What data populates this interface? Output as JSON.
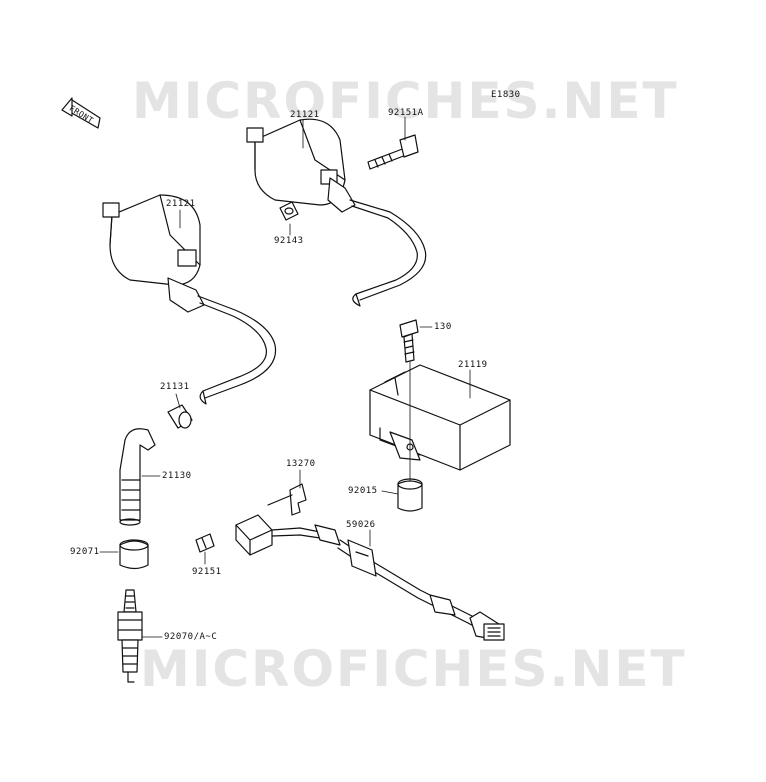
{
  "diagram_code": "E1830",
  "front_label": "FRONT",
  "watermarks": [
    "MICROFICHES.NET",
    "MICROFICHES.NET"
  ],
  "parts": {
    "coil_upper": "21121",
    "bolt_upper": "92151A",
    "cap_upper": "92143",
    "coil_left": "21121",
    "bolt_ecu": "130",
    "ecu": "21119",
    "cap_21131": "21131",
    "plug_cap": "21130",
    "bracket": "13270",
    "collar": "92015",
    "clamp": "59026",
    "seal": "92071",
    "screw": "92151",
    "spark_plug": "92070/A~C"
  }
}
